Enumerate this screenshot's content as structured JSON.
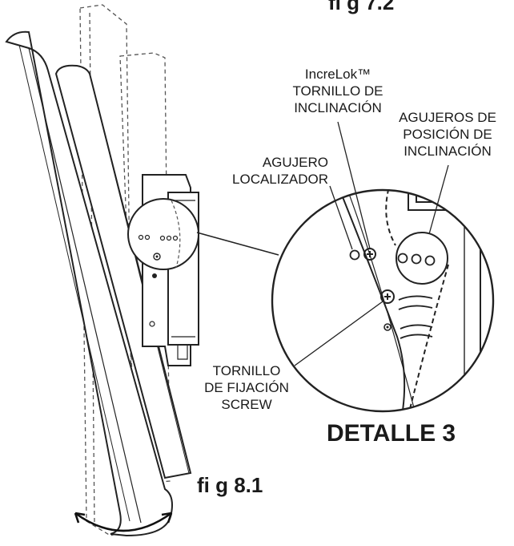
{
  "figures": {
    "fig_top": "fi g 7.2",
    "fig_bottom": "fi g 8.1",
    "detail": "DETALLE 3"
  },
  "labels": {
    "increlok": [
      "IncreLok™",
      "TORNILLO DE",
      "INCLINACIÓN"
    ],
    "holes": [
      "AGUJEROS DE",
      "POSICIÓN DE",
      "INCLINACIÓN"
    ],
    "locator": [
      "AGUJERO",
      "LOCALIZADOR"
    ],
    "fixing": [
      "TORNILLO",
      "DE FIJACIÓN",
      "SCREW"
    ]
  },
  "icons": {
    "tilt_arrow": "curved-double-arrow-icon",
    "screw": "phillips-screw-icon"
  }
}
